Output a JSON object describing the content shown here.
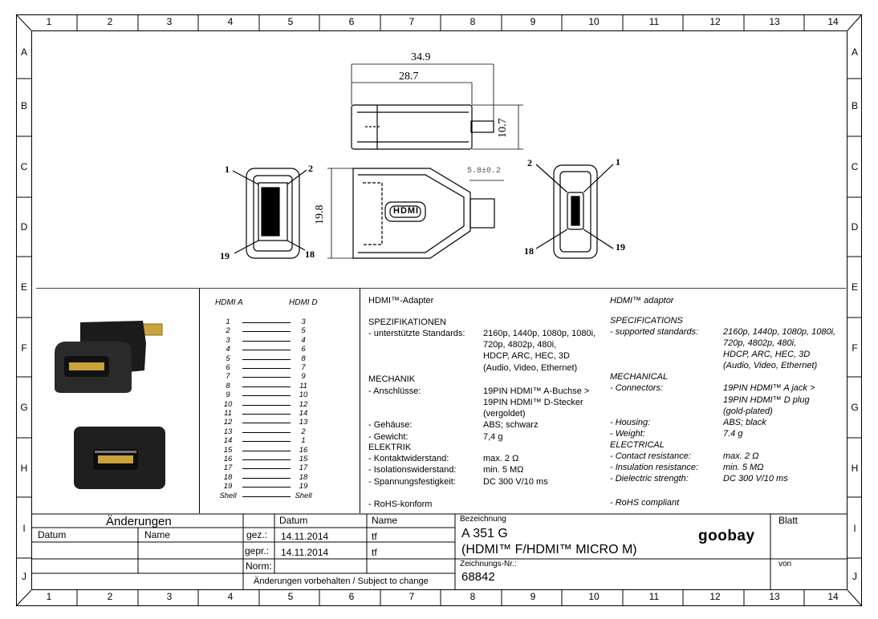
{
  "frame": {
    "columns": [
      "1",
      "2",
      "3",
      "4",
      "5",
      "6",
      "7",
      "8",
      "9",
      "10",
      "11",
      "12",
      "13",
      "14"
    ],
    "rows": [
      "A",
      "B",
      "C",
      "D",
      "E",
      "F",
      "G",
      "H",
      "I",
      "J"
    ]
  },
  "dimensions": {
    "overall_length": "34.9",
    "body_length": "28.7",
    "height": "10.7",
    "width": "19.8",
    "tip_width": "5.8±0.2"
  },
  "pin_labels": {
    "front_left": {
      "top_left": "1",
      "top_right": "2",
      "bottom_left": "19",
      "bottom_right": "18"
    },
    "front_right": {
      "top_left": "2",
      "top_right": "1",
      "bottom_left": "18",
      "bottom_right": "19"
    }
  },
  "logo_on_part": "HDMI",
  "pinout": {
    "header_a": "HDMI A",
    "header_d": "HDMI D",
    "rows": [
      {
        "a": "1",
        "d": "3"
      },
      {
        "a": "2",
        "d": "5"
      },
      {
        "a": "3",
        "d": "4"
      },
      {
        "a": "4",
        "d": "6"
      },
      {
        "a": "5",
        "d": "8"
      },
      {
        "a": "6",
        "d": "7"
      },
      {
        "a": "7",
        "d": "9"
      },
      {
        "a": "8",
        "d": "11"
      },
      {
        "a": "9",
        "d": "10"
      },
      {
        "a": "10",
        "d": "12"
      },
      {
        "a": "11",
        "d": "14"
      },
      {
        "a": "12",
        "d": "13"
      },
      {
        "a": "13",
        "d": "2"
      },
      {
        "a": "14",
        "d": "1"
      },
      {
        "a": "15",
        "d": "16"
      },
      {
        "a": "16",
        "d": "15"
      },
      {
        "a": "17",
        "d": "17"
      },
      {
        "a": "18",
        "d": "18"
      },
      {
        "a": "19",
        "d": "19"
      },
      {
        "a": "Shell",
        "d": "Shell"
      }
    ]
  },
  "spec_de": {
    "title": "HDMI™-Adapter",
    "spec_heading": "SPEZIFIKATIONEN",
    "std_label": "- unterstützte Standards:",
    "std_value_1": "2160p, 1440p, 1080p, 1080i,",
    "std_value_2": "720p, 4802p, 480i,",
    "std_value_3": "HDCP, ARC, HEC, 3D",
    "std_value_4": "(Audio, Video, Ethernet)",
    "mech_heading": "MECHANIK",
    "conn_label": "- Anschlüsse:",
    "conn_value_1": "19PIN HDMI™ A-Buchse >",
    "conn_value_2": "19PIN HDMI™ D-Stecker",
    "conn_value_3": "(vergoldet)",
    "housing_label": "- Gehäuse:",
    "housing_value": "ABS; schwarz",
    "weight_label": "- Gewicht:",
    "weight_value": "7,4 g",
    "elec_heading": "ELEKTRIK",
    "contact_label": "- Kontaktwiderstand:",
    "contact_value": "max. 2 Ω",
    "insul_label": "- Isolationswiderstand:",
    "insul_value": "min. 5 MΩ",
    "diel_label": "- Spannungsfestigkeit:",
    "diel_value": "DC 300 V/10 ms",
    "rohs": "- RoHS-konform"
  },
  "spec_en": {
    "title": "HDMI™ adaptor",
    "spec_heading": "SPECIFICATIONS",
    "std_label": "- supported standards:",
    "std_value_1": "2160p, 1440p, 1080p, 1080i,",
    "std_value_2": "720p, 4802p, 480i,",
    "std_value_3": "HDCP, ARC, HEC, 3D",
    "std_value_4": "(Audio, Video, Ethernet)",
    "mech_heading": "MECHANICAL",
    "conn_label": "- Connectors:",
    "conn_value_1": "19PIN HDMI™ A jack >",
    "conn_value_2": "19PIN HDMI™ D plug",
    "conn_value_3": "(gold-plated)",
    "housing_label": "- Housing:",
    "housing_value": "ABS; black",
    "weight_label": "- Weight:",
    "weight_value": "7.4 g",
    "elec_heading": "ELECTRICAL",
    "contact_label": "- Contact resistance:",
    "contact_value": "max. 2 Ω",
    "insul_label": "- Insulation resistance:",
    "insul_value": "min. 5 MΩ",
    "diel_label": "- Dielectric strength:",
    "diel_value": "DC 300 V/10 ms",
    "rohs": "- RoHS compliant"
  },
  "title_block": {
    "changes_heading": "Änderungen",
    "col_datum": "Datum",
    "col_name": "Name",
    "col_datum2": "Datum",
    "col_name2": "Name",
    "gez_label": "gez.:",
    "gez_date": "14.11.2014",
    "gez_name": "tf",
    "gepr_label": "gepr.:",
    "gepr_date": "14.11.2014",
    "gepr_name": "tf",
    "norm_label": "Norm:",
    "disclaimer": "Änderungen vorbehalten / Subject to change",
    "bezeichnung_label": "Bezeichnung",
    "model": "A 351 G",
    "description": "(HDMI™ F/HDMI™ MICRO M)",
    "zeichnung_label": "Zeichnungs-Nr.:",
    "drawing_no": "68842",
    "blatt_label": "Blatt",
    "von_label": "von",
    "brand": "goobay"
  }
}
